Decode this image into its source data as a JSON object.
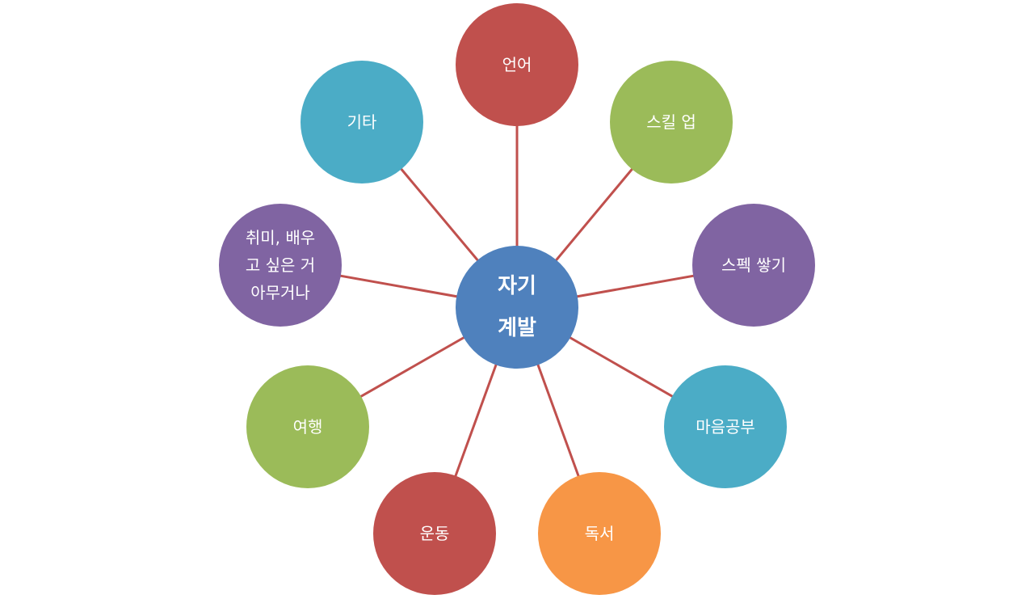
{
  "diagram": {
    "type": "hub-and-spoke",
    "line_color": "#c0504d",
    "center": {
      "label": "자기\n계발",
      "color": "#4f81bd"
    },
    "nodes": [
      {
        "id": "language",
        "label": "언어",
        "color": "#c0504d"
      },
      {
        "id": "skill-up",
        "label": "스킬 업",
        "color": "#9bbb59"
      },
      {
        "id": "spec",
        "label": "스펙 쌓기",
        "color": "#8064a2"
      },
      {
        "id": "mind",
        "label": "마음공부",
        "color": "#4bacc6"
      },
      {
        "id": "reading",
        "label": "독서",
        "color": "#f79646"
      },
      {
        "id": "exercise",
        "label": "운동",
        "color": "#c0504d"
      },
      {
        "id": "travel",
        "label": "여행",
        "color": "#9bbb59"
      },
      {
        "id": "hobby",
        "label": "취미, 배우\n고 싶은 거\n아무거나",
        "color": "#8064a2"
      },
      {
        "id": "etc",
        "label": "기타",
        "color": "#4bacc6"
      }
    ]
  }
}
